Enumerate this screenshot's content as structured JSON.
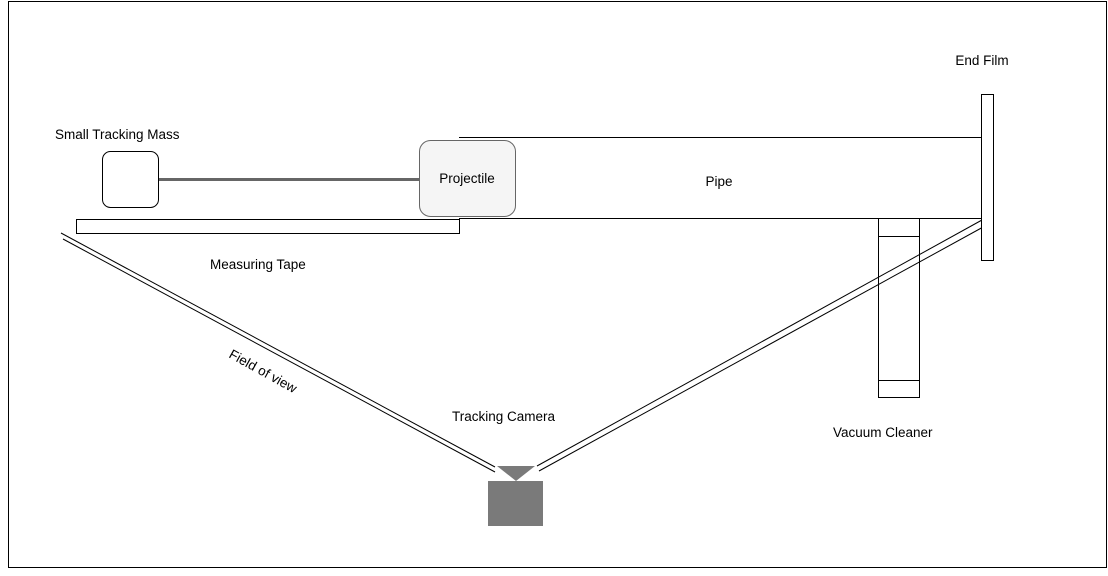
{
  "labels": {
    "small_tracking_mass": "Small Tracking Mass",
    "projectile": "Projectile",
    "pipe": "Pipe",
    "end_film": "End Film",
    "measuring_tape": "Measuring Tape",
    "field_of_view": "Field of view",
    "tracking_camera": "Tracking Camera",
    "vacuum_cleaner": "Vacuum Cleaner"
  },
  "colors": {
    "stroke": "#000000",
    "projectile_fill": "#f5f5f5",
    "camera_fill": "#7a7a7a",
    "tether": "#666666",
    "frame": "#000000"
  }
}
